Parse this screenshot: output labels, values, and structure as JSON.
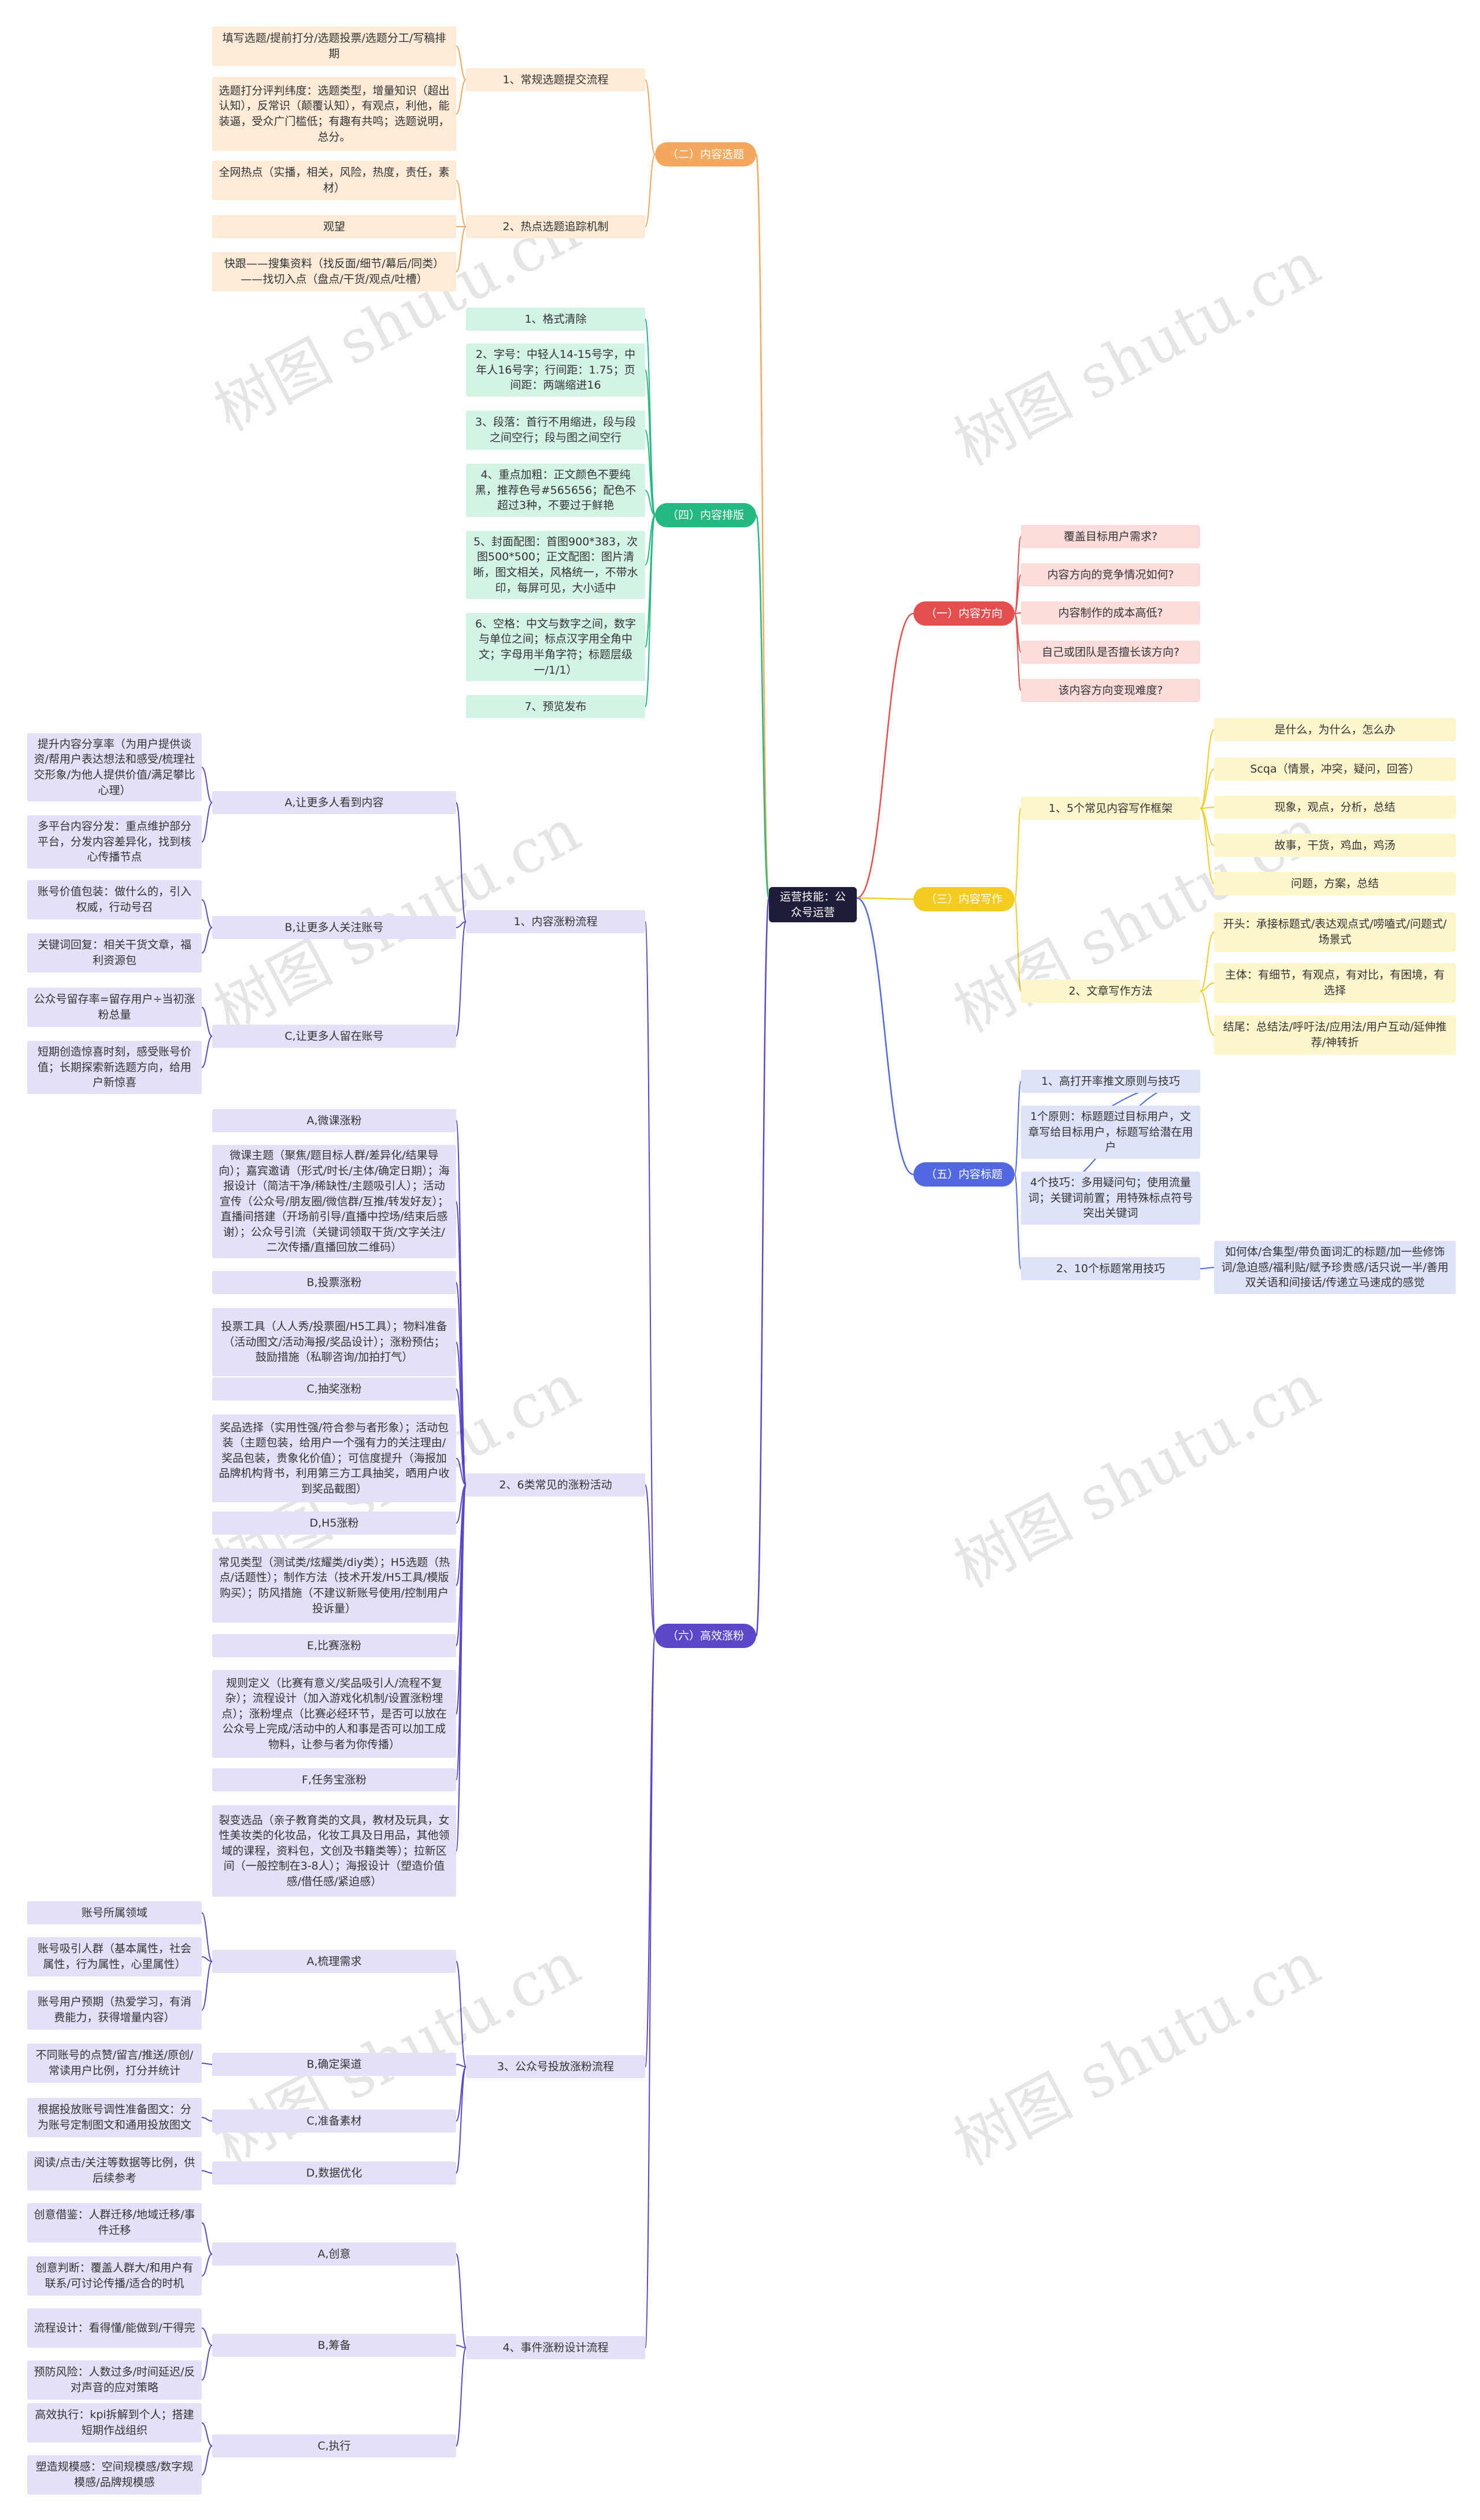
{
  "watermark": "树图 shutu.cn",
  "colors": {
    "root_bg": "#1d1d3a",
    "orange": "#f3a85e",
    "orange_light": "#fdebd8",
    "green": "#25b880",
    "green_light": "#d3f4e4",
    "red": "#e54e4e",
    "red_light": "#fddcdc",
    "yellow": "#f2cc20",
    "yellow_light": "#fdf5cc",
    "blue": "#5168e0",
    "blue_light": "#dfe3fa",
    "purple": "#5a48c8",
    "purple_light": "#e3e0f8"
  },
  "root": "运营技能：公众号运营",
  "n_content_select": "（二）内容选题",
  "n_cs_1": "1、常规选题提交流程",
  "n_cs_1_a": "填写选题/提前打分/选题投票/选题分工/写稿排期",
  "n_cs_1_b": "选题打分评判纬度：选题类型，增量知识（超出认知），反常识（颠覆认知），有观点，利他，能装逼，受众广门槛低；有趣有共鸣；选题说明，总分。",
  "n_cs_2": "2、热点选题追踪机制",
  "n_cs_2_a": "全网热点（实播，相关，风险，热度，责任，素材）",
  "n_cs_2_b": "观望",
  "n_cs_2_c": "快跟——搜集资料（找反面/细节/幕后/同类）——找切入点（盘点/干货/观点/吐槽）",
  "n_layout": "（四）内容排版",
  "n_lay_1": "1、格式清除",
  "n_lay_2": "2、字号：中轻人14-15号字，中年人16号字；行间距：1.75；页间距：两端缩进16",
  "n_lay_3": "3、段落：首行不用缩进，段与段之间空行；段与图之间空行",
  "n_lay_4": "4、重点加粗：正文颜色不要纯黑，推荐色号#565656；配色不超过3种，不要过于鲜艳",
  "n_lay_5": "5、封面配图：首图900*383，次图500*500；正文配图：图片清晰，图文相关，风格统一，不带水印，每屏可见，大小适中",
  "n_lay_6": "6、空格：中文与数字之间，数字与单位之间；标点汉字用全角中文；字母用半角字符；标题层级一/1/1）",
  "n_lay_7": "7、预览发布",
  "n_direction": "（一）内容方向",
  "n_dir_1": "覆盖目标用户需求?",
  "n_dir_2": "内容方向的竞争情况如何?",
  "n_dir_3": "内容制作的成本高低?",
  "n_dir_4": "自己或团队是否擅长该方向?",
  "n_dir_5": "该内容方向变现难度?",
  "n_writing": "（三）内容写作",
  "n_wr_1": "1、5个常见内容写作框架",
  "n_wr_1_a": "是什么，为什么，怎么办",
  "n_wr_1_b": "Scqa（情景，冲突，疑问，回答）",
  "n_wr_1_c": "现象，观点，分析，总结",
  "n_wr_1_d": "故事，干货，鸡血，鸡汤",
  "n_wr_1_e": "问题，方案，总结",
  "n_wr_2": "2、文章写作方法",
  "n_wr_2_a": "开头：承接标题式/表达观点式/唠嗑式/问题式/场景式",
  "n_wr_2_b": "主体：有细节，有观点，有对比，有困境，有选择",
  "n_wr_2_c": "结尾：总结法/呼吁法/应用法/用户互动/延伸推荐/神转折",
  "n_title": "（五）内容标题",
  "n_ti_1": "1、高打开率推文原则与技巧",
  "n_ti_1_a": "1个原则：标题题过目标用户，文章写给目标用户，标题写给潜在用户",
  "n_ti_1_b": "4个技巧：多用疑问句；使用流量词；关键词前置；用特殊标点符号突出关键词",
  "n_ti_2": "2、10个标题常用技巧",
  "n_ti_2_a": "如何体/合集型/带负面词汇的标题/加一些修饰词/急迫感/福利贴/赋予珍贵感/话只说一半/善用双关语和间接话/传递立马速成的感觉",
  "n_growth": "（六）高效涨粉",
  "n_g1": "1、内容涨粉流程",
  "n_g1_a": "A,让更多人看到内容",
  "n_g1_a1": "提升内容分享率（为用户提供谈资/帮用户表达想法和感受/梳理社交形象/为他人提供价值/满足攀比心理）",
  "n_g1_a2": "多平台内容分发：重点维护部分平台，分发内容差异化，找到核心传播节点",
  "n_g1_b": "B,让更多人关注账号",
  "n_g1_b1": "账号价值包装：做什么的，引入权威，行动号召",
  "n_g1_b2": "关键词回复：相关干货文章，福利资源包",
  "n_g1_c": "C,让更多人留在账号",
  "n_g1_c1": "公众号留存率=留存用户÷当初涨粉总量",
  "n_g1_c2": "短期创造惊喜时刻，感受账号价值；长期探索新选题方向，给用户新惊喜",
  "n_g2": "2、6类常见的涨粉活动",
  "n_g2_a": "A,微课涨粉",
  "n_g2_a1": "微课主题（聚焦/题目标人群/差异化/结果导向）；嘉宾邀请（形式/时长/主体/确定日期）；海报设计（简洁干净/稀缺性/主题吸引人）；活动宣传（公众号/朋友圈/微信群/互推/转发好友）；直播间搭建（开场前引导/直播中控场/结束后感谢）；公众号引流（关键词领取干货/文字关注/二次传播/直播回放二维码）",
  "n_g2_b": "B,投票涨粉",
  "n_g2_b1": "投票工具（人人秀/投票圈/H5工具）；物料准备（活动图文/活动海报/奖品设计）；涨粉预估；鼓励措施（私聊咨询/加拍打气）",
  "n_g2_c": "C,抽奖涨粉",
  "n_g2_c1": "奖品选择（实用性强/符合参与者形象）；活动包装（主题包装，给用户一个强有力的关注理由/奖品包装，贵象化价值）；可信度提升（海报加品牌机构背书，利用第三方工具抽奖，晒用户收到奖品截图）",
  "n_g2_d": "D,H5涨粉",
  "n_g2_d1": "常见类型（测试类/炫耀类/diy类）；H5选题（热点/话题性）；制作方法（技术开发/H5工具/模版购买）；防风措施（不建议新账号使用/控制用户投诉量）",
  "n_g2_e": "E,比赛涨粉",
  "n_g2_e1": "规则定义（比赛有意义/奖品吸引人/流程不复杂）；流程设计（加入游戏化机制/设置涨粉埋点）；涨粉埋点（比赛必经环节，是否可以放在公众号上完成/活动中的人和事是否可以加工成物料，让参与者为你传播）",
  "n_g2_f": "F,任务宝涨粉",
  "n_g2_f1": "裂变选品（亲子教育类的文具，教材及玩具，女性美妆类的化妆品，化妆工具及日用品，其他领域的课程，资料包，文创及书籍类等）；拉新区间（一般控制在3-8人）；海报设计（塑造价值感/借任感/紧迫感）",
  "n_g3": "3、公众号投放涨粉流程",
  "n_g3_a": "A,梳理需求",
  "n_g3_a1": "账号所属领域",
  "n_g3_a2": "账号吸引人群（基本属性，社会属性，行为属性，心里属性）",
  "n_g3_a3": "账号用户预期（热爱学习，有消费能力，获得增量内容）",
  "n_g3_b": "B,确定渠道",
  "n_g3_b1": "不同账号的点赞/留言/推送/原创/常读用户比例，打分并统计",
  "n_g3_c": "C,准备素材",
  "n_g3_c1": "根据投放账号调性准备图文：分为账号定制图文和通用投放图文",
  "n_g3_d": "D,数据优化",
  "n_g3_d1": "阅读/点击/关注等数据等比例，供后续参考",
  "n_g4": "4、事件涨粉设计流程",
  "n_g4_a": "A,创意",
  "n_g4_a1": "创意借鉴：人群迁移/地域迁移/事件迁移",
  "n_g4_a2": "创意判断：覆盖人群大/和用户有联系/可讨论传播/适合的时机",
  "n_g4_b": "B,筹备",
  "n_g4_b1": "流程设计：看得懂/能做到/干得完",
  "n_g4_b2": "预防风险：人数过多/时间延迟/反对声音的应对策略",
  "n_g4_c": "C,执行",
  "n_g4_c1": "高效执行：kpi拆解到个人；搭建短期作战组织",
  "n_g4_c2": "塑造规模感：空间规模感/数字规模感/品牌规模感"
}
